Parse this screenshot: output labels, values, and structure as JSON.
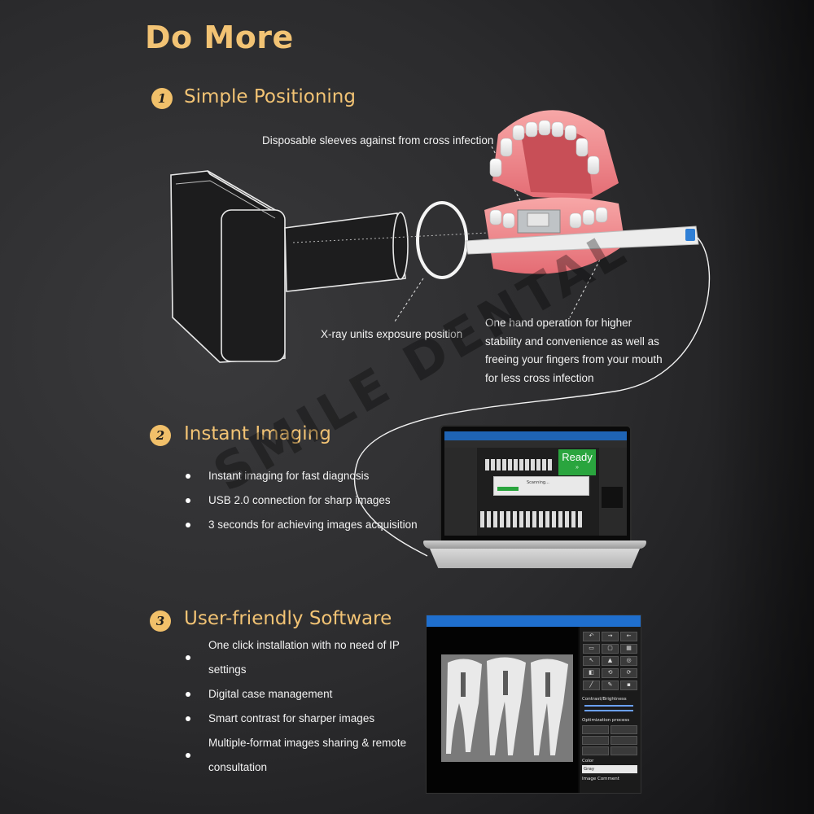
{
  "header": {
    "title": "Do More"
  },
  "sections": [
    {
      "number": "1",
      "title": "Simple Positioning"
    },
    {
      "number": "2",
      "title": "Instant Imaging"
    },
    {
      "number": "3",
      "title": "User-friendly Software"
    }
  ],
  "positioning": {
    "callouts": {
      "sleeves": "Disposable sleeves against from cross infection",
      "exposure": "X-ray units exposure position",
      "one_hand_lines": [
        "One hand operation for higher",
        "stability and convenience as well as",
        "freeing your fingers from your mouth",
        "for less cross infection"
      ]
    }
  },
  "imaging": {
    "bullets": [
      "Instant imaging for fast diagnosis",
      "USB 2.0 connection for sharp images",
      "3 seconds for achieving images acquisition"
    ],
    "laptop_screen": {
      "status": "Ready",
      "status_sub": "»",
      "dialog_text": "Scanning..."
    }
  },
  "software": {
    "bullets": [
      "One click installation with no need of IP settings",
      "Digital case management",
      "Smart contrast for sharper images",
      "Multiple-format images sharing & remote consultation"
    ],
    "panel": {
      "contrast_label": "Contrast/Brightness",
      "optimization_label": "Optimization process",
      "color_label": "Color",
      "color_value": "Gray",
      "comment_label": "Image Comment"
    }
  },
  "watermark": "SMILE DENTAL",
  "colors": {
    "accent": "#f2c374",
    "background": "#2b2b2d",
    "ready_green": "#2aa53e",
    "window_blue": "#1f64b4"
  },
  "icons": [
    "sensor-holder-illustration",
    "jaw-model-illustration",
    "laptop-illustration",
    "xray-image"
  ]
}
